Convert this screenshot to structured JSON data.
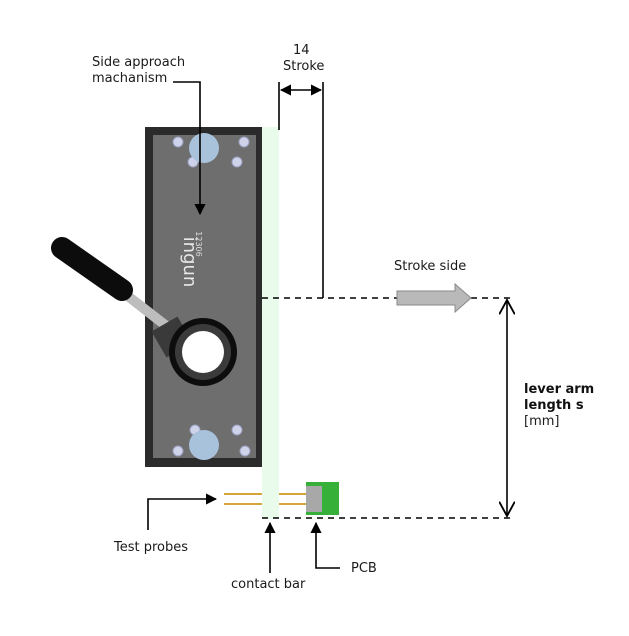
{
  "labels": {
    "side_approach_line1": "Side approach",
    "side_approach_line2": "machanism",
    "stroke_value": "14",
    "stroke_label": "Stroke",
    "stroke_side": "Stroke side",
    "lever_arm_line1": "lever arm",
    "lever_arm_line2": "length s",
    "lever_arm_unit": "[mm]",
    "test_probes": "Test probes",
    "contact_bar": "contact bar",
    "pcb": "PCB"
  },
  "device": {
    "brand_text": "ingun",
    "part_number": "12306"
  },
  "colors": {
    "frame_outer": "#2b2b2b",
    "frame_inner": "#6e6e6e",
    "screw": "#cfd3ea",
    "large_screw": "#a9c2dc",
    "contact_bar": "#e9fbea",
    "pcb": "#37b03a",
    "pcb_connector": "#a8a8a8",
    "probe": "#d4a53a",
    "arrow_fill": "#b9b9b9"
  }
}
